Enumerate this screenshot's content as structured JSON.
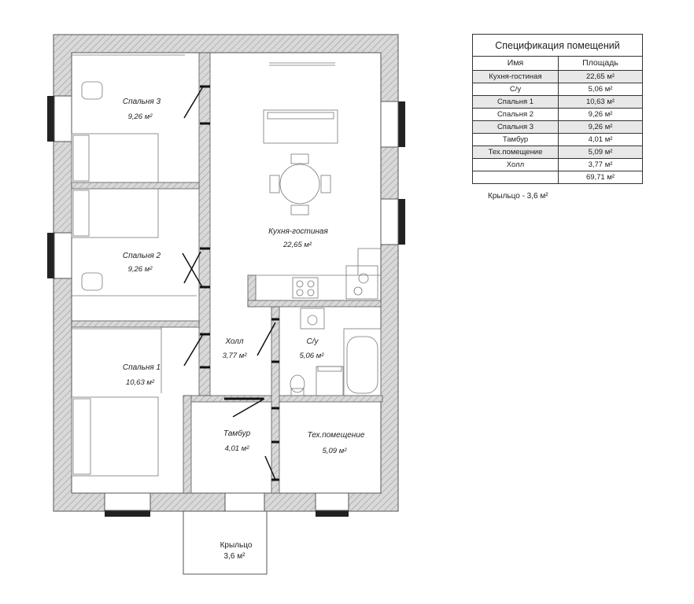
{
  "rooms": {
    "bedroom3": {
      "name": "Спальня 3",
      "area": "9,26 м²"
    },
    "bedroom2": {
      "name": "Спальня 2",
      "area": "9,26 м²"
    },
    "bedroom1": {
      "name": "Спальня 1",
      "area": "10,63 м²"
    },
    "kitchen": {
      "name": "Кухня-гостиная",
      "area": "22,65 м²"
    },
    "hall": {
      "name": "Холл",
      "area": "3,77 м²"
    },
    "bathroom": {
      "name": "С/у",
      "area": "5,06 м²"
    },
    "vestibule": {
      "name": "Тамбур",
      "area": "4,01 м²"
    },
    "utility": {
      "name": "Тех.помещение",
      "area": "5,09 м²"
    },
    "porch": {
      "name": "Крыльцо",
      "area": "3,6 м²"
    }
  },
  "spec": {
    "title": "Спецификация помещений",
    "headers": {
      "name": "Имя",
      "area": "Площадь"
    },
    "rows": [
      {
        "name": "Кухня-гостиная",
        "area": "22,65 м²"
      },
      {
        "name": "С/у",
        "area": "5,06 м²"
      },
      {
        "name": "Спальня 1",
        "area": "10,63 м²"
      },
      {
        "name": "Спальня 2",
        "area": "9,26 м²"
      },
      {
        "name": "Спальня 3",
        "area": "9,26 м²"
      },
      {
        "name": "Тамбур",
        "area": "4,01 м²"
      },
      {
        "name": "Тех.помещение",
        "area": "5,09 м²"
      },
      {
        "name": "Холл",
        "area": "3,77 м²"
      }
    ],
    "total": "69,71 м²"
  },
  "porch_note": "Крыльцо - 3,6 м²"
}
